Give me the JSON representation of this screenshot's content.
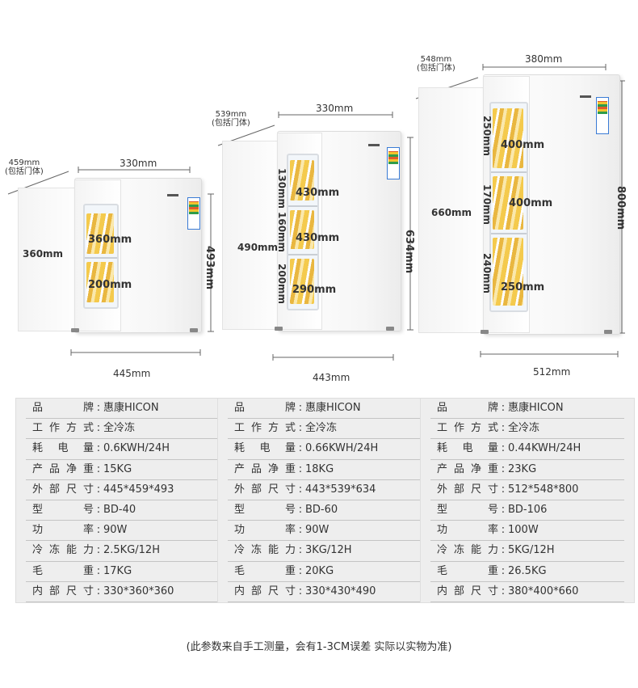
{
  "fridges": [
    {
      "depth_label": "459mm",
      "depth_note": "(包括门体)",
      "width_top": "330mm",
      "inner_height": "360mm",
      "height": "493mm",
      "width_bottom": "445mm",
      "shelves": [
        "360mm",
        "200mm"
      ],
      "shelf_heights": []
    },
    {
      "depth_label": "539mm",
      "depth_note": "(包括门体)",
      "width_top": "330mm",
      "inner_height": "490mm",
      "height": "634mm",
      "width_bottom": "443mm",
      "shelves": [
        "430mm",
        "430mm",
        "290mm"
      ],
      "shelf_heights": [
        "130mm",
        "160mm",
        "200mm"
      ]
    },
    {
      "depth_label": "548mm",
      "depth_note": "(包括门体)",
      "width_top": "380mm",
      "inner_height": "660mm",
      "height": "800mm",
      "width_bottom": "512mm",
      "shelves": [
        "400mm",
        "400mm",
        "250mm"
      ],
      "shelf_heights": [
        "250mm",
        "170mm",
        "240mm"
      ]
    }
  ],
  "specs": [
    {
      "rows": [
        {
          "k": "品牌",
          "v": "惠康HICON"
        },
        {
          "k": "工作方式",
          "v": "全冷冻"
        },
        {
          "k": "耗电量",
          "v": "0.6KWH/24H"
        },
        {
          "k": "产品净重",
          "v": "15KG"
        },
        {
          "k": "外部尺寸",
          "v": "445*459*493"
        },
        {
          "k": "型号",
          "v": "BD-40"
        },
        {
          "k": "功率",
          "v": "90W"
        },
        {
          "k": "冷冻能力",
          "v": "2.5KG/12H"
        },
        {
          "k": "毛重",
          "v": "17KG"
        },
        {
          "k": "内部尺寸",
          "v": "330*360*360"
        }
      ]
    },
    {
      "rows": [
        {
          "k": "品牌",
          "v": "惠康HICON"
        },
        {
          "k": "工作方式",
          "v": "全冷冻"
        },
        {
          "k": "耗电量",
          "v": "0.66KWH/24H"
        },
        {
          "k": "产品净重",
          "v": "18KG"
        },
        {
          "k": "外部尺寸",
          "v": "443*539*634"
        },
        {
          "k": "型号",
          "v": "BD-60"
        },
        {
          "k": "功率",
          "v": "90W"
        },
        {
          "k": "冷冻能力",
          "v": "3KG/12H"
        },
        {
          "k": "毛重",
          "v": "20KG"
        },
        {
          "k": "内部尺寸",
          "v": "330*430*490"
        }
      ]
    },
    {
      "rows": [
        {
          "k": "品牌",
          "v": "惠康HICON"
        },
        {
          "k": "工作方式",
          "v": "全冷冻"
        },
        {
          "k": "耗电量",
          "v": "0.44KWH/24H"
        },
        {
          "k": "产品净重",
          "v": "23KG"
        },
        {
          "k": "外部尺寸",
          "v": "512*548*800"
        },
        {
          "k": "型号",
          "v": "BD-106"
        },
        {
          "k": "功率",
          "v": "100W"
        },
        {
          "k": "冷冻能力",
          "v": "5KG/12H"
        },
        {
          "k": "毛重",
          "v": "26.5KG"
        },
        {
          "k": "内部尺寸",
          "v": "380*400*660"
        }
      ]
    }
  ],
  "footnote": "(此参数来自手工测量，会有1-3CM误差 实际以实物为准)"
}
